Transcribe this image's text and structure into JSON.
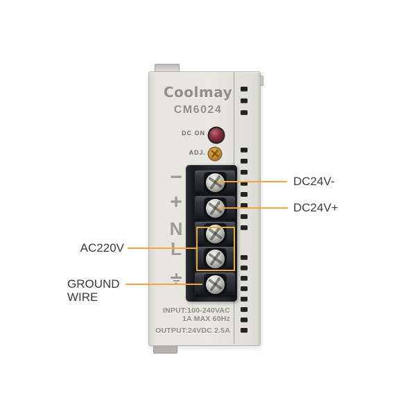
{
  "device": {
    "brand": "Coolmay",
    "model": "CM6024",
    "dc_on_label": "DC ON",
    "adj_label": "ADJ.",
    "terminal_symbols": [
      "−",
      "+",
      "N",
      "L"
    ],
    "ratings": {
      "input_line1": "INPUT:100-240VAC",
      "input_line2": "1A MAX 60Hz",
      "output_line": "OUTPUT:24VDC 2.5A"
    }
  },
  "callouts": {
    "dc24v_minus": "DC24V-",
    "dc24v_plus": "DC24V+",
    "ac220v": "AC220V",
    "ground_wire": "GROUND\nWIRE"
  },
  "colors": {
    "accent_line": "#F3A63B",
    "highlight_box": "#E9AC3A",
    "dc_on_led": "#7A2533",
    "adj_pot": "#C3862C",
    "callout_text": "#3B3B3B",
    "panel_text": "#8E8D86"
  }
}
